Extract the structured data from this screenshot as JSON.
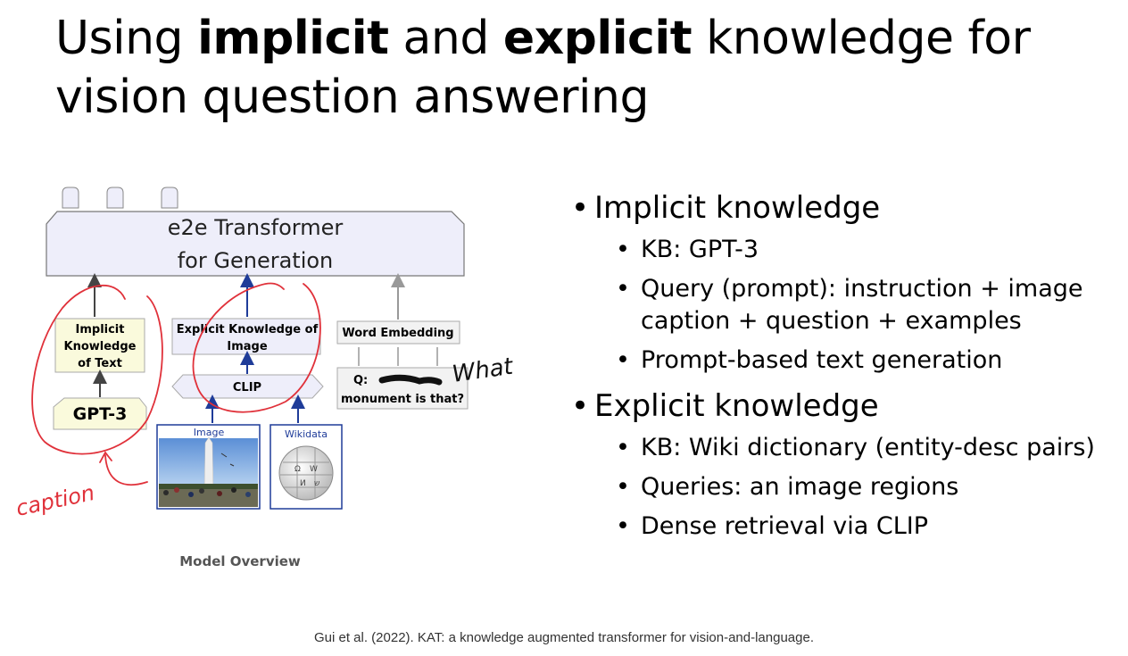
{
  "slide": {
    "title_parts": [
      "Using ",
      "implicit",
      " and ",
      "explicit",
      " knowledge for vision question answering"
    ],
    "reference": "Gui et al. (2022). KAT: a knowledge augmented transformer for vision-and-language."
  },
  "diagram": {
    "transformer_line1": "e2e Transformer",
    "transformer_line2": "for Generation",
    "implicit_line1": "Implicit",
    "implicit_line2": "Knowledge",
    "implicit_line3": "of Text",
    "gpt3": "GPT-3",
    "explicit_line1": "Explicit Knowledge of",
    "explicit_line2": "Image",
    "clip": "CLIP",
    "word_embedding": "Word Embedding",
    "question_prefix": "Q:",
    "question_line2": "monument is that?",
    "image_label": "Image",
    "wikidata_label": "Wikidata",
    "handwritten_what": "What",
    "handwritten_caption": "caption",
    "model_overview": "Model Overview",
    "colors": {
      "box_fill": "#eeeefa",
      "implicit_fill": "#fafadc",
      "arrow_blue": "#1f3c99",
      "pen_red": "#e0313a"
    }
  },
  "bullets": {
    "implicit": {
      "heading": "Implicit knowledge",
      "items": [
        "KB: GPT-3",
        "Query (prompt): instruction + image caption + question + examples",
        "Prompt-based text generation"
      ]
    },
    "explicit": {
      "heading": "Explicit knowledge",
      "items": [
        "KB: Wiki dictionary (entity-desc pairs)",
        "Queries: an image regions",
        "Dense retrieval via CLIP"
      ]
    }
  }
}
